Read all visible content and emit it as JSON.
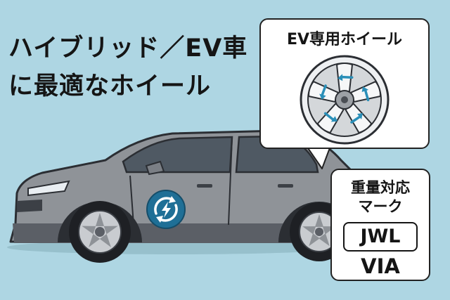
{
  "headline": {
    "line1": "ハイブリッド／EV車",
    "line2": "に最適なホイール"
  },
  "wheel_card": {
    "title": "EV専用ホイール"
  },
  "mark_card": {
    "title_line1": "重量対応",
    "title_line2": "マーク",
    "jwl": "JWL",
    "via": "VIA"
  },
  "colors": {
    "background": "#aed6e3",
    "car_body": "#8f9398",
    "ev_badge": "#1f6f96",
    "arrow_accent": "#2a8fb8"
  },
  "icons": [
    "ev-charge-badge-icon",
    "wheel-icon",
    "flow-arrow-icon"
  ]
}
